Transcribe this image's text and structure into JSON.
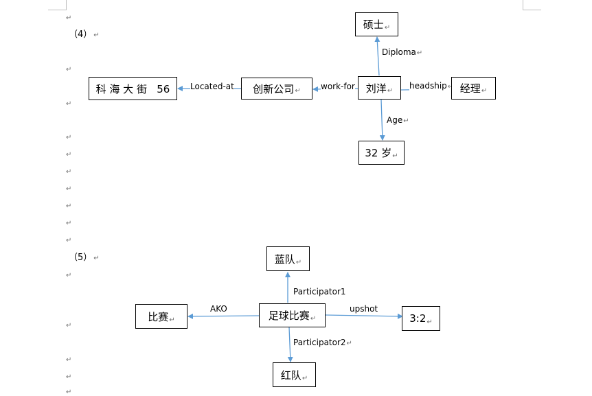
{
  "pilcrow": "↵",
  "sections": [
    {
      "id": "s4",
      "label": "（4）"
    },
    {
      "id": "s5",
      "label": "（5）"
    }
  ],
  "diagram4": {
    "nodes": {
      "liuyang": "刘洋",
      "shuoshi": "硕士",
      "jingli": "经理",
      "age32": "32 岁",
      "chuangxin": "创新公司",
      "kehai": "科 海 大 街   56"
    },
    "edges": {
      "diploma": "Diploma",
      "headship": "headship",
      "age": "Age",
      "workfor": "work-for",
      "locatedat": "Located-at"
    }
  },
  "diagram5": {
    "nodes": {
      "zuqiu": "足球比赛",
      "landui": "蓝队",
      "hongdui": "红队",
      "bisai": "比赛",
      "score": "3:2"
    },
    "edges": {
      "participator1": "Participator1",
      "participator2": "Participator2",
      "ako": "AKO",
      "upshot": "upshot"
    }
  },
  "colors": {
    "arrow": "#5b9bd5",
    "border": "#000000",
    "mark": "#707070"
  }
}
